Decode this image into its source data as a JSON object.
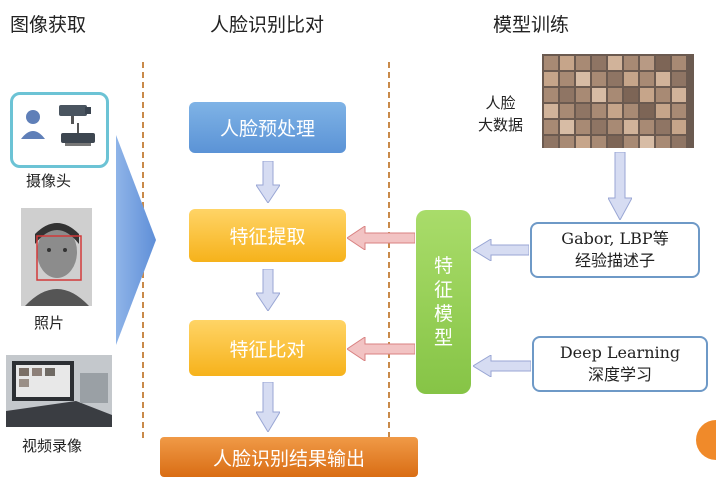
{
  "columns": {
    "acquisition": "图像获取",
    "recognition": "人脸识别比对",
    "training": "模型训练"
  },
  "sources": {
    "camera": "摄像头",
    "photo": "照片",
    "video": "视频录像"
  },
  "pipeline": {
    "preprocess": "人脸预处理",
    "extract": "特征提取",
    "compare": "特征比对",
    "output": "人脸识别结果输出"
  },
  "model": {
    "feature_model": [
      "特",
      "征",
      "模",
      "型"
    ],
    "big_data_line1": "人脸",
    "big_data_line2": "大数据",
    "descriptors_line1": "Gabor, LBP等",
    "descriptors_line2": "经验描述子",
    "deep_line1": "Deep Learning",
    "deep_line2": "深度学习"
  },
  "colors": {
    "blue_block": "#5b93d6",
    "yellow_block": "#f6b21b",
    "orange_block": "#d96d14",
    "green_block": "#86c446",
    "arrow_light": "#b9c4e6",
    "arrow_red": "#e29191",
    "divider": "#c98a4a"
  }
}
